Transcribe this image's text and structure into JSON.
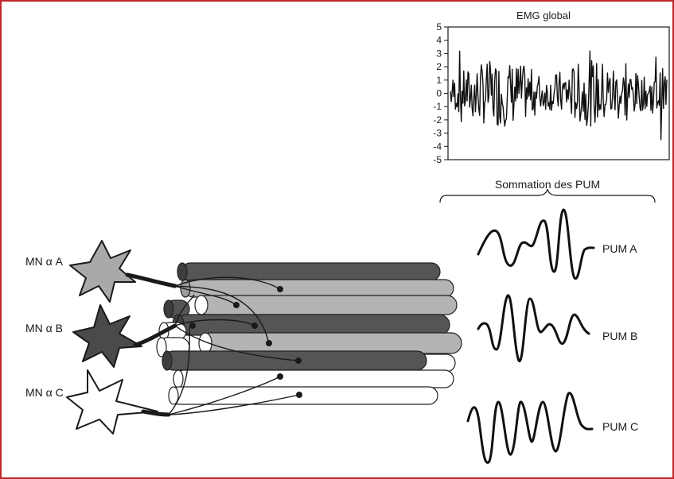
{
  "emg": {
    "title": "EMG global",
    "y_ticks": [
      "5",
      "4",
      "3",
      "2",
      "1",
      "0",
      "-1",
      "-2",
      "-3",
      "-4",
      "-5"
    ],
    "ylim": [
      -5,
      5
    ]
  },
  "sum_label": "Sommation des PUM",
  "neurons": [
    {
      "label": "MN α A",
      "fill": "#a9a9a9"
    },
    {
      "label": "MN α B",
      "fill": "#4a4a4a"
    },
    {
      "label": "MN α C",
      "fill": "#ffffff"
    }
  ],
  "pum": [
    {
      "label": "PUM A"
    },
    {
      "label": "PUM B"
    },
    {
      "label": "PUM C"
    }
  ],
  "colors": {
    "frame": "#c0262b",
    "fiber_dark": "#555555",
    "fiber_light": "#b4b4b4",
    "fiber_white": "#ffffff",
    "ink": "#1a1a1a"
  }
}
